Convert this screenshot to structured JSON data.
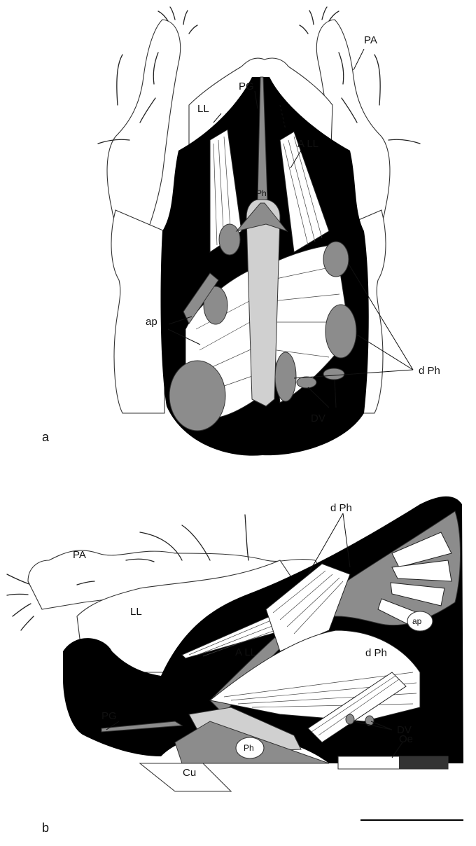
{
  "panels": [
    {
      "id": "a",
      "label": "a",
      "annotations": [
        "LL",
        "PG",
        "PA",
        "A LL",
        "Ph",
        "ap",
        "d Ph",
        "DV"
      ]
    },
    {
      "id": "b",
      "label": "b",
      "annotations": [
        "d Ph",
        "PA",
        "LL",
        "A LL",
        "ap",
        "d Ph",
        "PG",
        "DV",
        "Ph",
        "Cu",
        "Oe"
      ]
    }
  ],
  "scale_bar": {
    "label": ""
  },
  "colors": {
    "black": "#000000",
    "dark_gray": "#8c8c8c",
    "light_gray": "#d0d0d0",
    "white": "#ffffff"
  }
}
